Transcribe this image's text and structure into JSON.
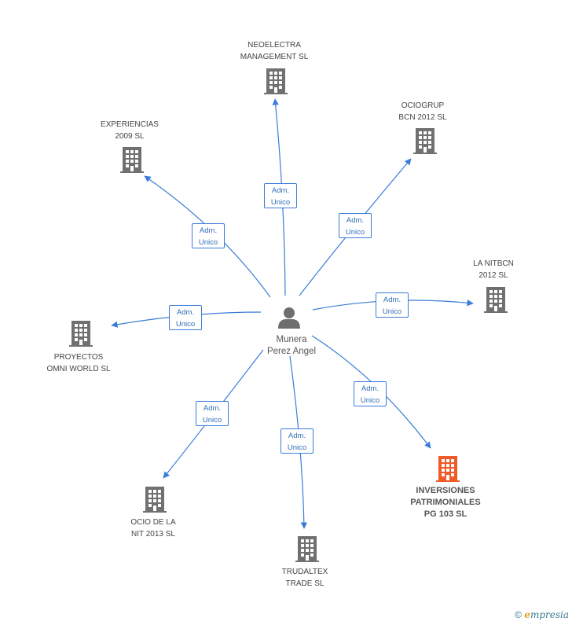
{
  "center": {
    "line1": "Munera",
    "line2": "Perez Angel",
    "icon": "person-icon"
  },
  "colors": {
    "edge": "#3a7dd8",
    "building": "#707070",
    "highlight": "#f05a28",
    "person": "#6e6e6e"
  },
  "relation_label": {
    "line1": "Adm.",
    "line2": "Unico"
  },
  "companies": [
    {
      "id": "neoelectra",
      "line1": "NEOELECTRA",
      "line2": "MANAGEMENT SL",
      "line3": "",
      "icon": "building-icon",
      "highlight": false
    },
    {
      "id": "ociogrup",
      "line1": "OCIOGRUP",
      "line2": "BCN 2012 SL",
      "line3": "",
      "icon": "building-icon",
      "highlight": false
    },
    {
      "id": "experiencias",
      "line1": "EXPERIENCIAS",
      "line2": "2009 SL",
      "line3": "",
      "icon": "building-icon",
      "highlight": false
    },
    {
      "id": "lanitbcn",
      "line1": "LA NITBCN",
      "line2": "2012 SL",
      "line3": "",
      "icon": "building-icon",
      "highlight": false
    },
    {
      "id": "proyectos",
      "line1": "PROYECTOS",
      "line2": "OMNI WORLD SL",
      "line3": "",
      "icon": "building-icon",
      "highlight": false
    },
    {
      "id": "inversiones",
      "line1": "INVERSIONES",
      "line2": "PATRIMONIALES",
      "line3": "PG 103  SL",
      "icon": "building-icon",
      "highlight": true
    },
    {
      "id": "ocio",
      "line1": "OCIO DE LA",
      "line2": "NIT 2013 SL",
      "line3": "",
      "icon": "building-icon",
      "highlight": false
    },
    {
      "id": "trudaltex",
      "line1": "TRUDALTEX",
      "line2": "TRADE SL",
      "line3": "",
      "icon": "building-icon",
      "highlight": false
    }
  ],
  "footer": {
    "copyright": "©",
    "brand_initial": "e",
    "brand_rest": "mpresia"
  }
}
